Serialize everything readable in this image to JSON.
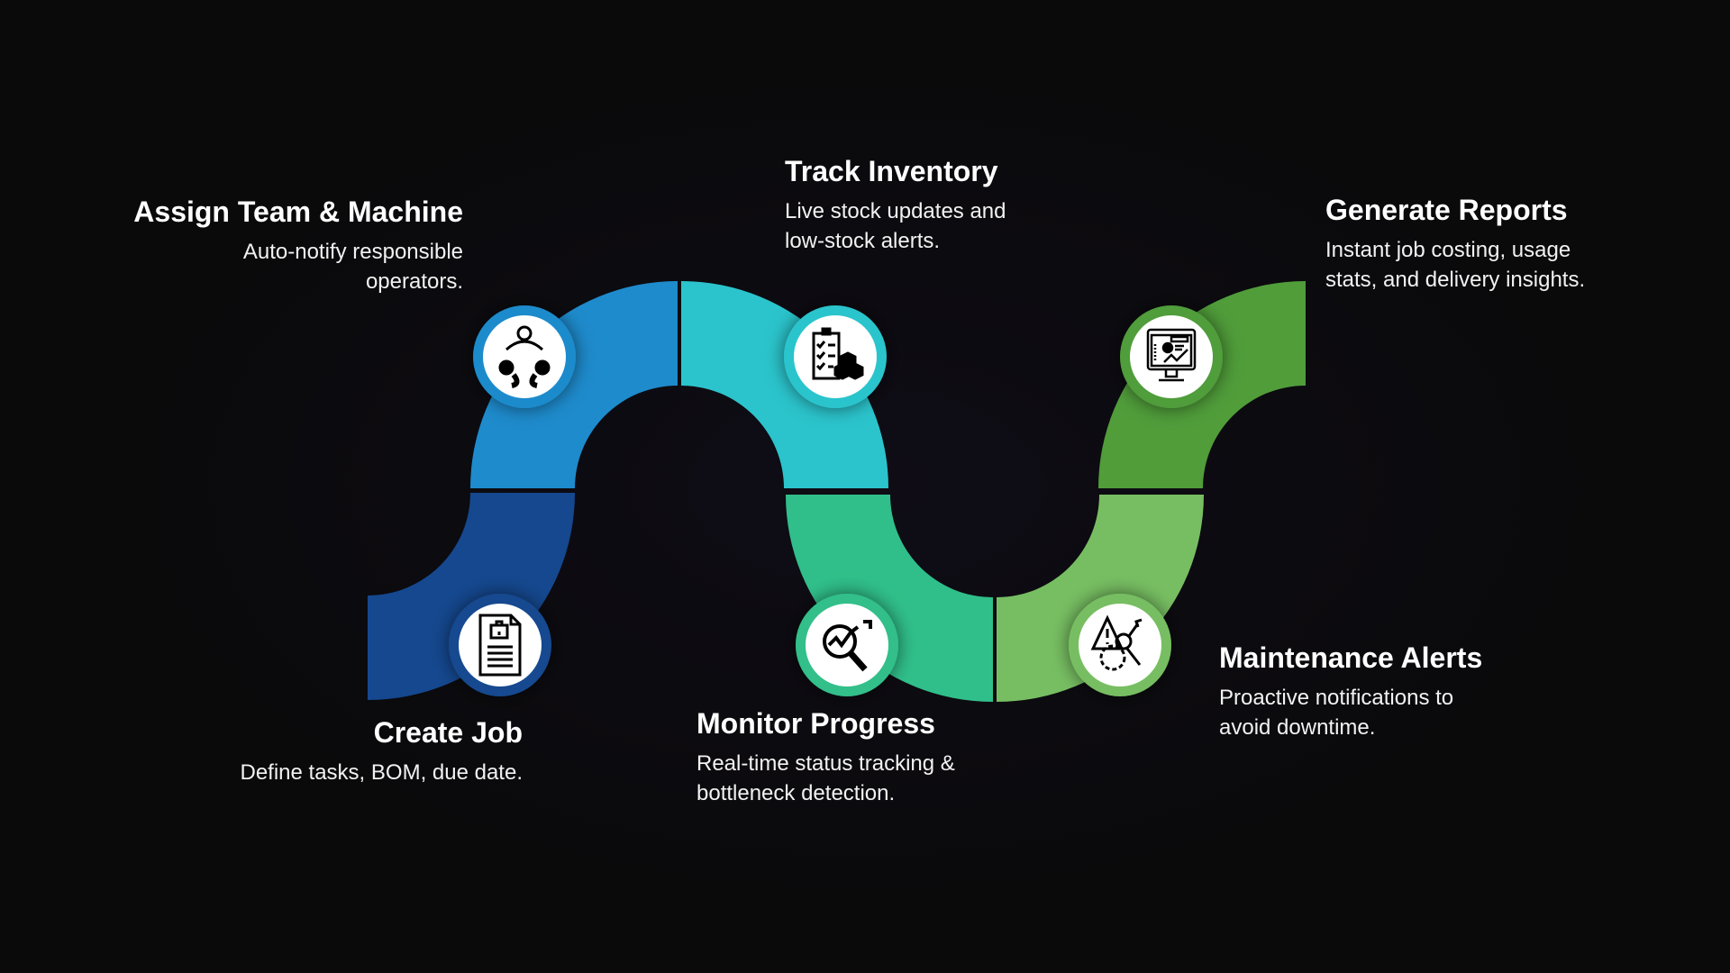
{
  "steps": [
    {
      "title": "Create Job",
      "desc": "Define tasks, BOM, due date.",
      "icon": "job-document-icon",
      "color": "#15488f"
    },
    {
      "title": "Assign Team & Machine",
      "desc": "Auto-notify responsible operators.",
      "icon": "team-icon",
      "color": "#1e8bcc"
    },
    {
      "title": "Track Inventory",
      "desc": "Live stock updates and low-stock alerts.",
      "icon": "inventory-checklist-icon",
      "color": "#2bc4cc"
    },
    {
      "title": "Monitor Progress",
      "desc": "Real-time status tracking & bottleneck detection.",
      "icon": "magnifier-chart-icon",
      "color": "#30bf8a"
    },
    {
      "title": "Maintenance Alerts",
      "desc": "Proactive notifications to avoid downtime.",
      "icon": "warning-wrench-icon",
      "color": "#77be62"
    },
    {
      "title": "Generate Reports",
      "desc": "Instant job costing, usage stats, and delivery insights.",
      "icon": "monitor-report-icon",
      "color": "#509d3a"
    }
  ]
}
